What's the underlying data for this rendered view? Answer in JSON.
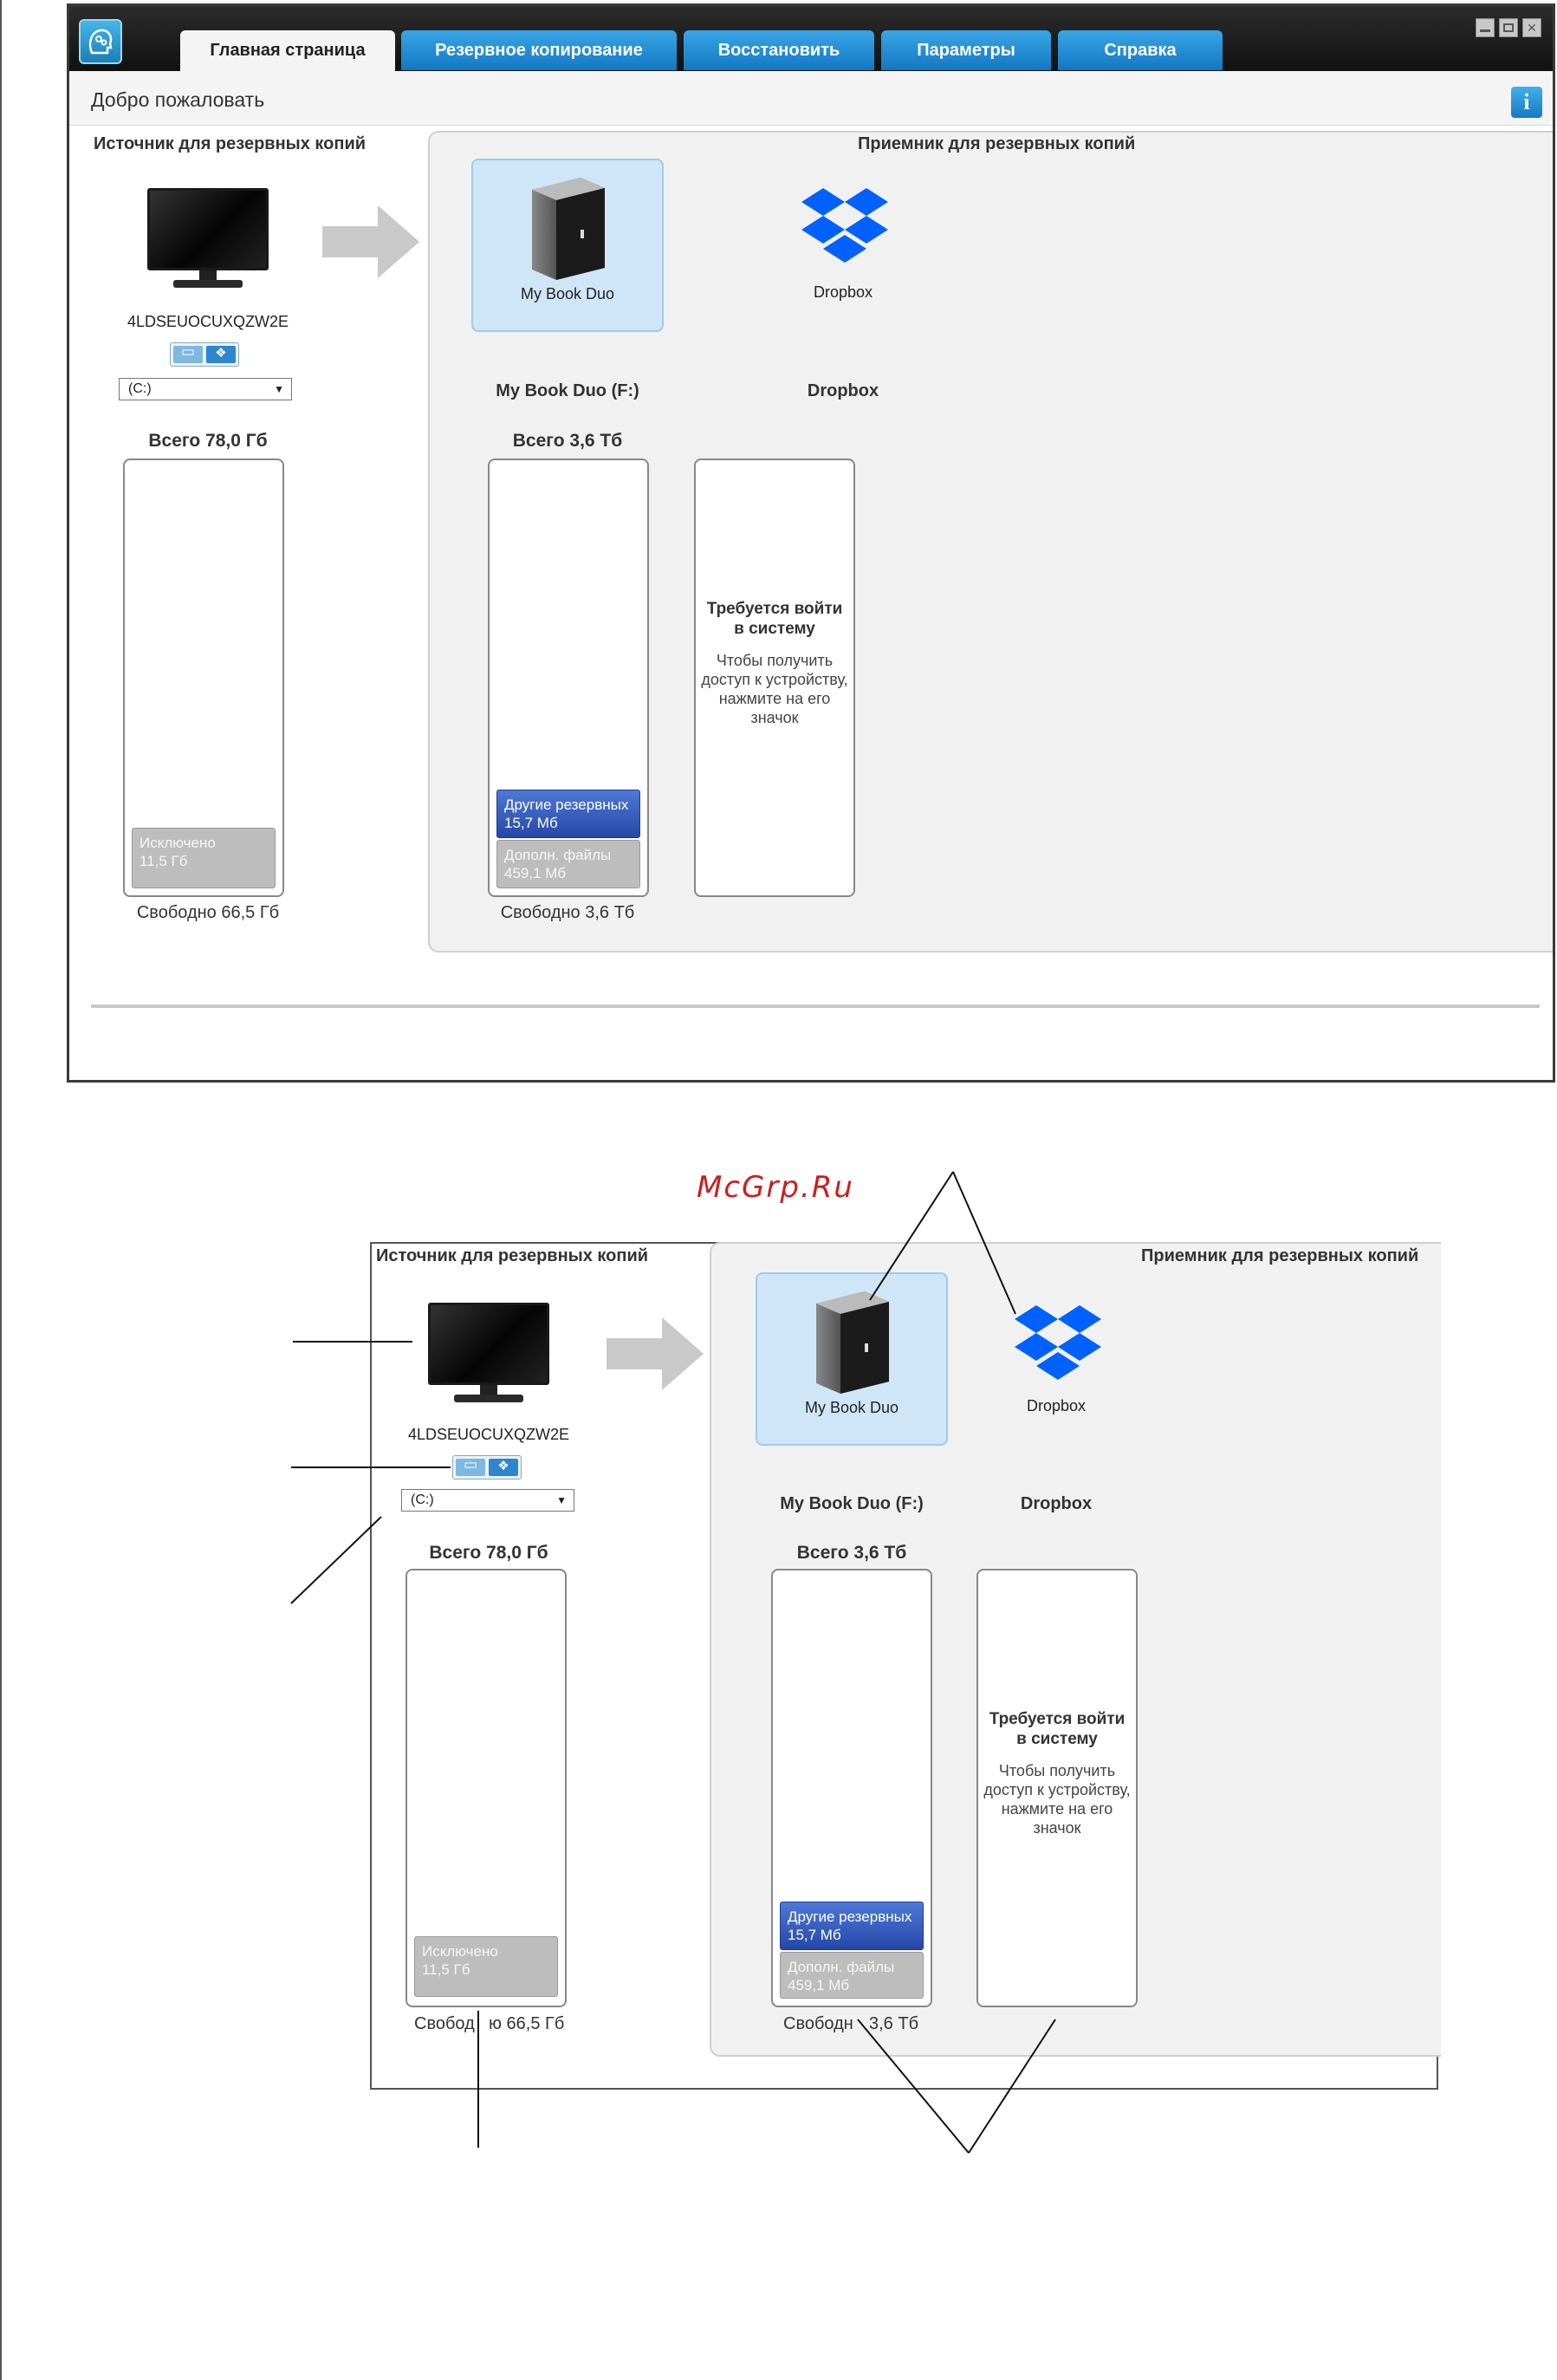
{
  "app": {
    "tabs": [
      {
        "label": "Главная страница",
        "active": true
      },
      {
        "label": "Резервное копирование",
        "active": false
      },
      {
        "label": "Восстановить",
        "active": false
      },
      {
        "label": "Параметры",
        "active": false
      },
      {
        "label": "Справка",
        "active": false
      }
    ],
    "welcome": "Добро пожаловать",
    "info_icon": "i"
  },
  "source": {
    "title": "Источник для резервных копий",
    "computer_name": "4LDSEUOCUXQZW2E",
    "drive_select": "(C:)",
    "total": "Всего 78,0 Гб",
    "excluded_label": "Исключено",
    "excluded_size": "11,5 Гб",
    "free": "Свободно 66,5 Гб"
  },
  "destination": {
    "title": "Приемник для резервных копий",
    "devices": [
      {
        "label": "My Book Duo",
        "selected": true
      },
      {
        "label": "Dropbox",
        "selected": false
      }
    ],
    "mybook": {
      "name": "My Book Duo (F:)",
      "total": "Всего 3,6 Тб",
      "other_backups_label": "Другие резервных",
      "other_backups_size": "15,7 Мб",
      "extra_files_label": "Дополн. файлы",
      "extra_files_size": "459,1 Мб",
      "free": "Свободно 3,6 Тб"
    },
    "dropbox": {
      "name": "Dropbox",
      "login_title": "Требуется войти в систему",
      "login_text": "Чтобы получить доступ к устройству, нажмите на его значок"
    }
  },
  "diagram": {
    "watermark": "McGrp.Ru",
    "free_label_partial_left": "Свобод",
    "free_label_partial_left_rest": "ю 66,5 Гб",
    "free_label_partial_right": "Свободн",
    "free_label_partial_right_rest": "3,6 Тб"
  },
  "colors": {
    "tab_blue": "#1e8ad6",
    "selected_card": "#cfe6f8",
    "blue_segment": "#2f56b8",
    "gray_segment": "#bdbdbd",
    "dropbox_blue": "#0061fe"
  }
}
